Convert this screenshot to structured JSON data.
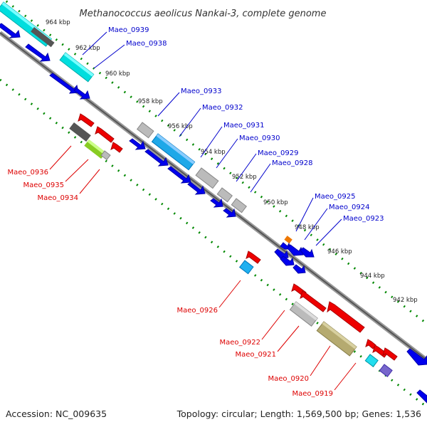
{
  "title": "Methanococcus aeolicus Nankai-3, complete genome",
  "footer": {
    "accession": "Accession: NC_009635",
    "stats": "Topology: circular; Length: 1,569,500 bp; Genes: 1,536"
  },
  "colors": {
    "forward_label": "#0000cc",
    "reverse_label": "#dd0000",
    "tick": "#008800",
    "backbone": "#777777"
  },
  "kbp_ticks": [
    "964 kbp",
    "962 kbp",
    "960 kbp",
    "958 kbp",
    "956 kbp",
    "954 kbp",
    "952 kbp",
    "950 kbp",
    "948 kbp",
    "946 kbp",
    "944 kbp",
    "942 kbp"
  ],
  "forward_genes": [
    "Maeo_0939",
    "Maeo_0938",
    "Maeo_0933",
    "Maeo_0932",
    "Maeo_0931",
    "Maeo_0930",
    "Maeo_0929",
    "Maeo_0928",
    "Maeo_0925",
    "Maeo_0924",
    "Maeo_0923"
  ],
  "reverse_genes": [
    "Maeo_0936",
    "Maeo_0935",
    "Maeo_0934",
    "Maeo_0926",
    "Maeo_0922",
    "Maeo_0921",
    "Maeo_0920",
    "Maeo_0919"
  ]
}
